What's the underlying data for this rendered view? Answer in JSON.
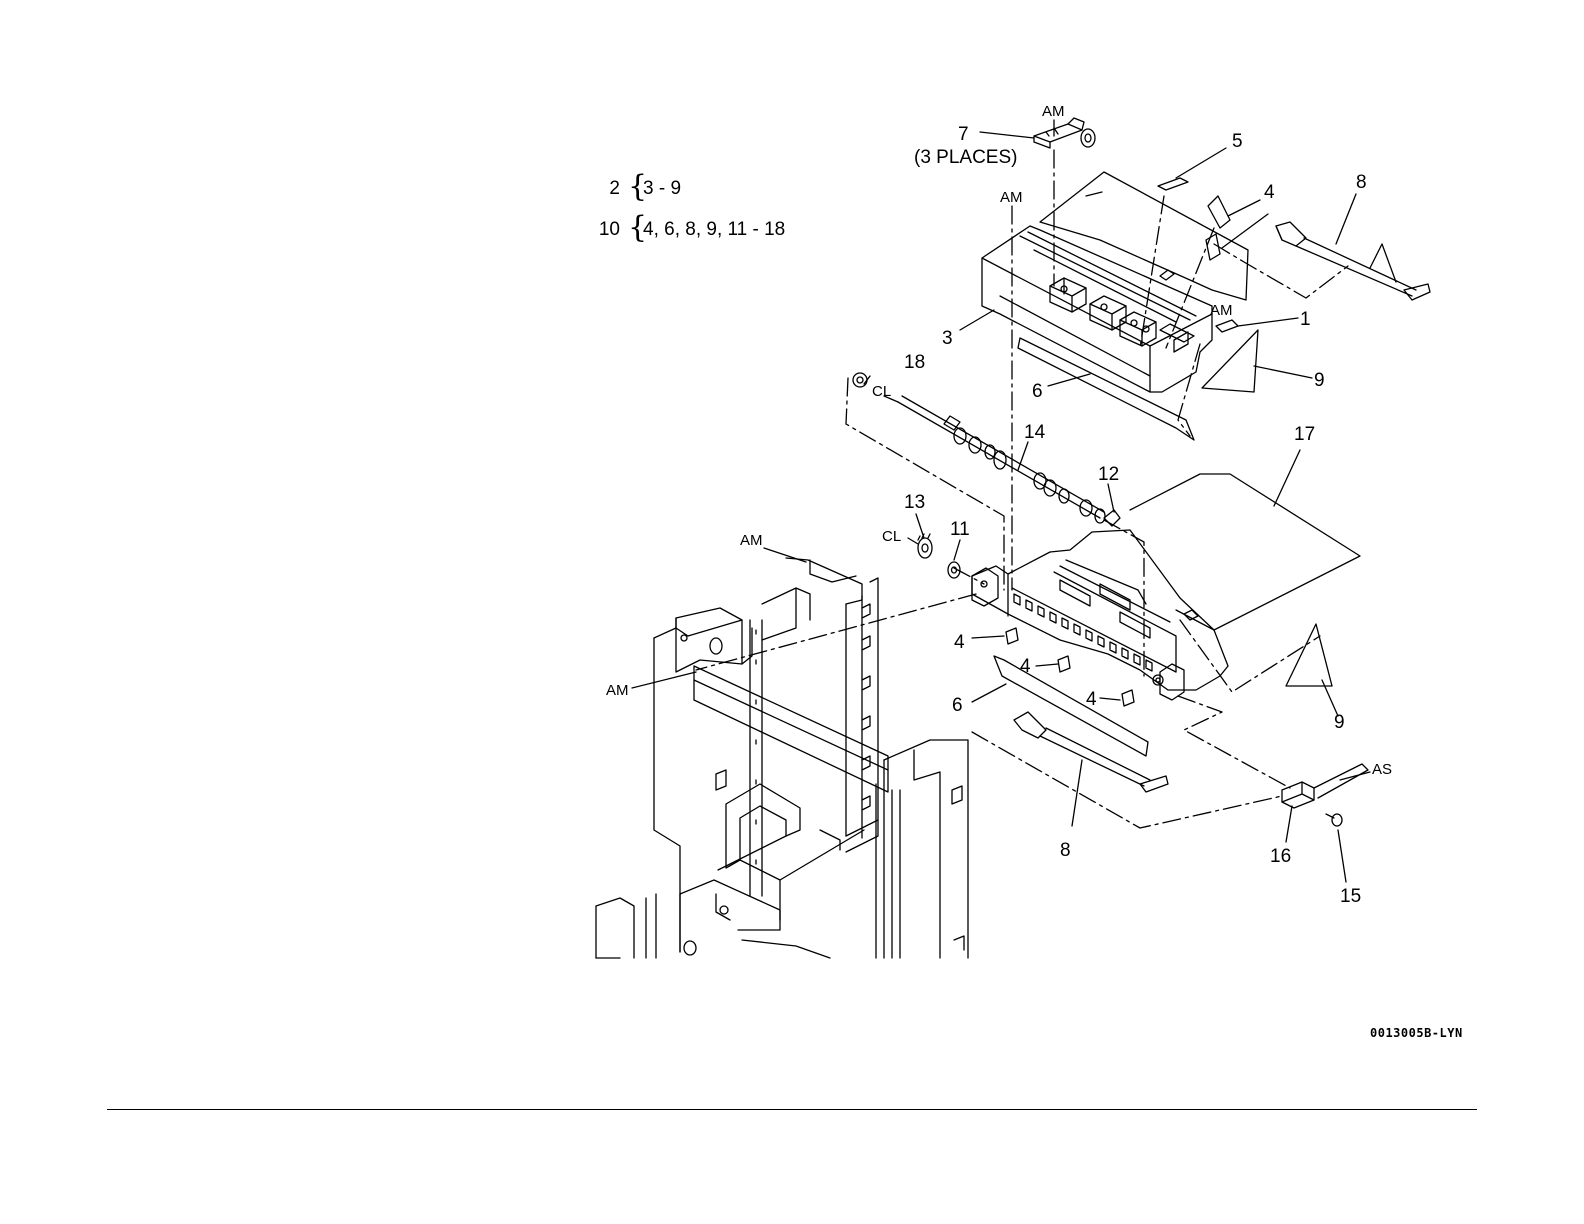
{
  "legend": [
    {
      "parent": "2",
      "children": "3 - 9"
    },
    {
      "parent": "10",
      "children": "4, 6, 8, 9, 11 - 18"
    }
  ],
  "callouts": {
    "c1": "1",
    "c3": "3",
    "c4a": "4",
    "c4b": "4",
    "c4c": "4",
    "c4d": "4",
    "c5": "5",
    "c6a": "6",
    "c6b": "6",
    "c7": "7",
    "c7note": "(3 PLACES)",
    "c8a": "8",
    "c8b": "8",
    "c9a": "9",
    "c9b": "9",
    "c11": "11",
    "c12": "12",
    "c13": "13",
    "c14": "14",
    "c15": "15",
    "c16": "16",
    "c17": "17",
    "c18": "18"
  },
  "codes": {
    "am1": "AM",
    "am2": "AM",
    "am3": "AM",
    "am4": "AM",
    "am5": "AM",
    "cl1": "CL",
    "cl2": "CL",
    "as1": "AS"
  },
  "figure_id": "0013005B-LYN"
}
